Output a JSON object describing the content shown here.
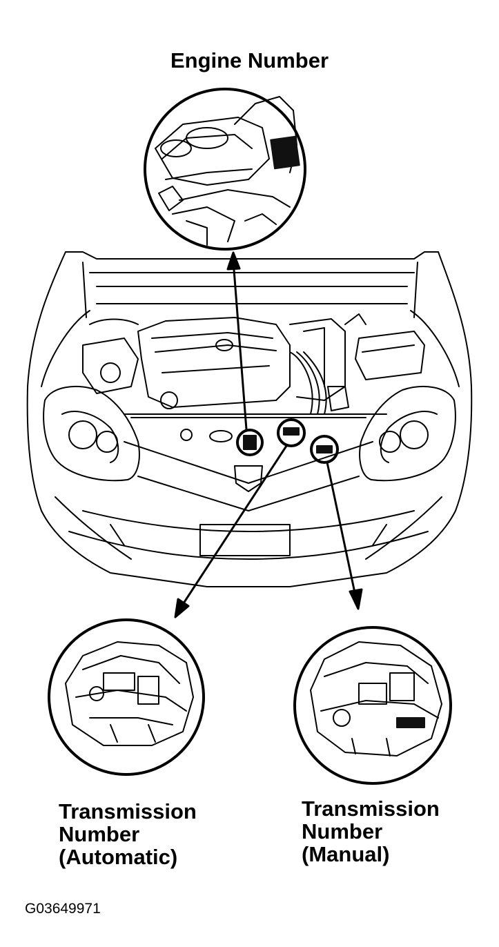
{
  "labels": {
    "engine_number": "Engine Number",
    "transmission_auto": [
      "Transmission",
      "Number",
      "(Automatic)"
    ],
    "transmission_manual": [
      "Transmission",
      "Number",
      "(Manual)"
    ],
    "figure_id": "G03649971"
  },
  "colors": {
    "ink": "#000000",
    "paper": "#ffffff",
    "mark": "#111111"
  }
}
